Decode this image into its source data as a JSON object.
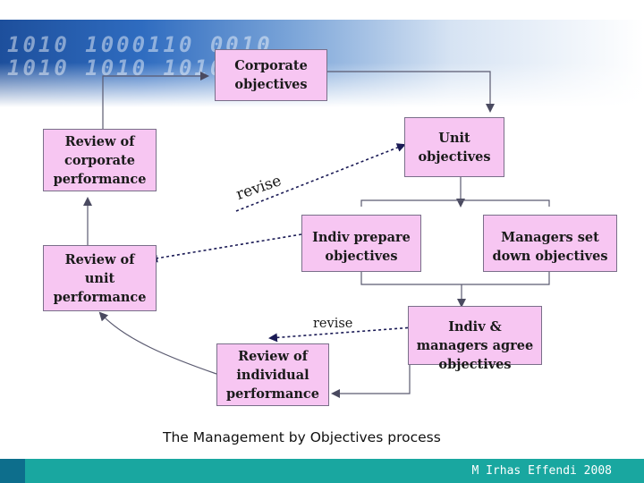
{
  "diagram": {
    "nodes": {
      "corporate_objectives": "Corporate objectives",
      "unit_objectives": "Unit objectives",
      "review_corporate": "Review of corporate performance",
      "review_unit": "Review of unit performance",
      "indiv_prepare": "Indiv prepare objectives",
      "managers_set": "Managers set down objectives",
      "indiv_managers_agree": "Indiv & managers agree objectives",
      "review_individual": "Review of individual performance"
    },
    "labels": {
      "revise_upper": "revise",
      "revise_lower": "revise"
    },
    "caption": "The Management by Objectives process"
  },
  "footer": {
    "author": "M Irhas Effendi 2008"
  },
  "banner": {
    "digits_row1": "1010  1000110 0010",
    "digits_row2": "1010  1010 1010  00000"
  },
  "colors": {
    "box_fill": "#f7c6f2",
    "footer": "#19a7a0",
    "banner_blue": "#2f6cc0"
  }
}
